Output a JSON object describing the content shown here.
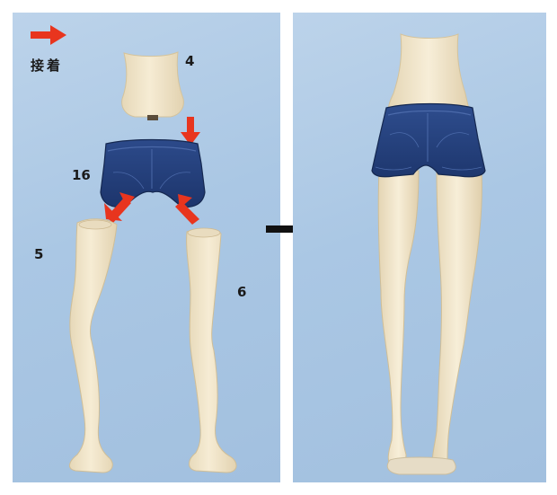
{
  "left_panel": {
    "legend_label": "接着",
    "part_labels": {
      "torso": "4",
      "shorts": "16",
      "left_leg": "5",
      "right_leg": "6"
    }
  },
  "colors": {
    "background": "#a9c6e3",
    "skin_resin": "#f1e6cc",
    "denim": "#25407a",
    "arrow_red": "#e8351e",
    "arrow_black": "#111111"
  }
}
